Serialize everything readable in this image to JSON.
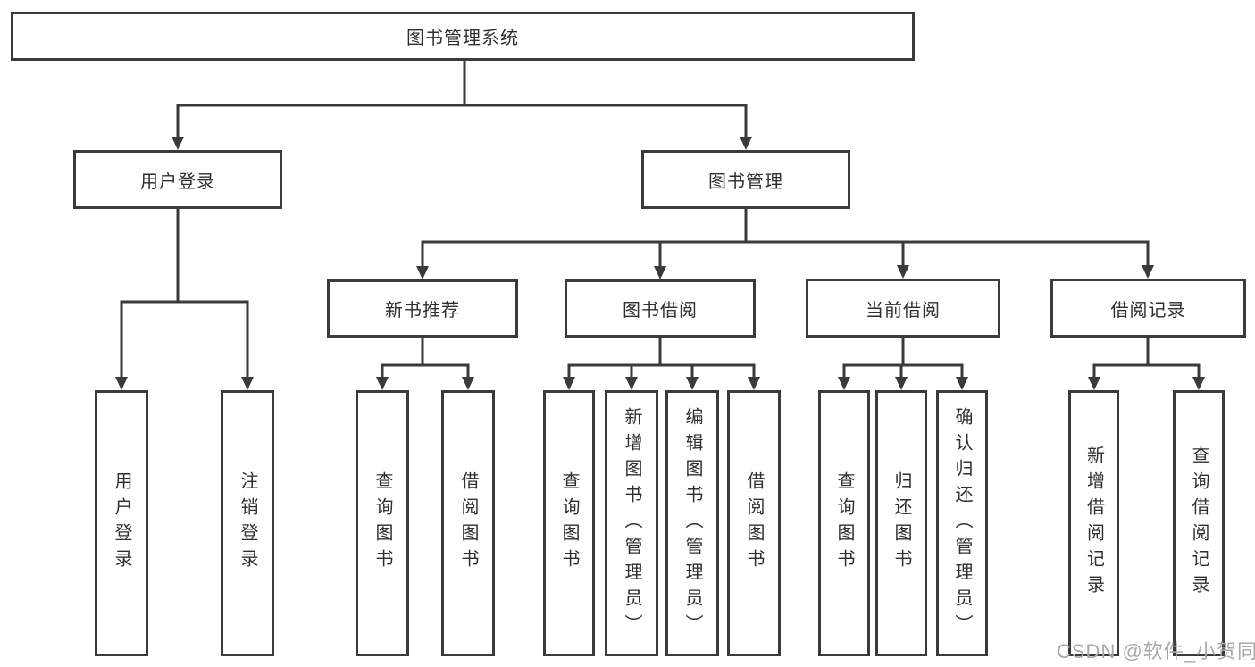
{
  "tree": {
    "root": {
      "label": "图书管理系统"
    },
    "branches": [
      {
        "label": "用户登录",
        "children": [
          {
            "label": "用户登录"
          },
          {
            "label": "注销登录"
          }
        ]
      },
      {
        "label": "图书管理",
        "children": [
          {
            "label": "新书推荐",
            "children": [
              {
                "label": "查询图书"
              },
              {
                "label": "借阅图书"
              }
            ]
          },
          {
            "label": "图书借阅",
            "children": [
              {
                "label": "查询图书"
              },
              {
                "label": "新增图书（管理员）"
              },
              {
                "label": "编辑图书（管理员）"
              },
              {
                "label": "借阅图书"
              }
            ]
          },
          {
            "label": "当前借阅",
            "children": [
              {
                "label": "查询图书"
              },
              {
                "label": "归还图书"
              },
              {
                "label": "确认归还（管理员）"
              }
            ]
          },
          {
            "label": "借阅记录",
            "children": [
              {
                "label": "新增借阅记录"
              },
              {
                "label": "查询借阅记录"
              }
            ]
          }
        ]
      }
    ]
  },
  "watermark": {
    "text": "CSDN @软件_小贺同学"
  },
  "colors": {
    "line": "#3a3a3a",
    "box_border": "#3a3a3a",
    "text": "#2f2f2f",
    "watermark": "#a9a9a9",
    "background": "#ffffff"
  }
}
